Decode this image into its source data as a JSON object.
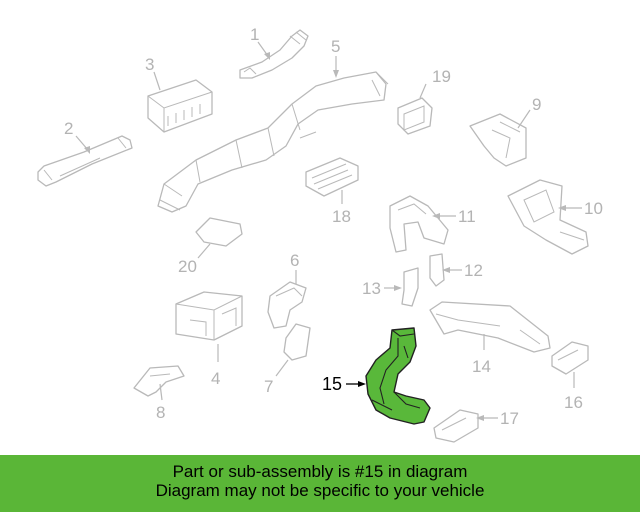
{
  "diagram": {
    "callouts": [
      "1",
      "2",
      "3",
      "4",
      "5",
      "6",
      "7",
      "8",
      "9",
      "10",
      "11",
      "12",
      "13",
      "14",
      "15",
      "16",
      "17",
      "18",
      "19",
      "20"
    ],
    "highlighted_part": "15",
    "colors": {
      "highlight": "#59b83a",
      "part_line": "#b9b9b9",
      "banner": "#5ab637"
    }
  },
  "banner": {
    "line1": "Part or sub-assembly is #15 in diagram",
    "line2": "Diagram may not be specific to your vehicle"
  }
}
